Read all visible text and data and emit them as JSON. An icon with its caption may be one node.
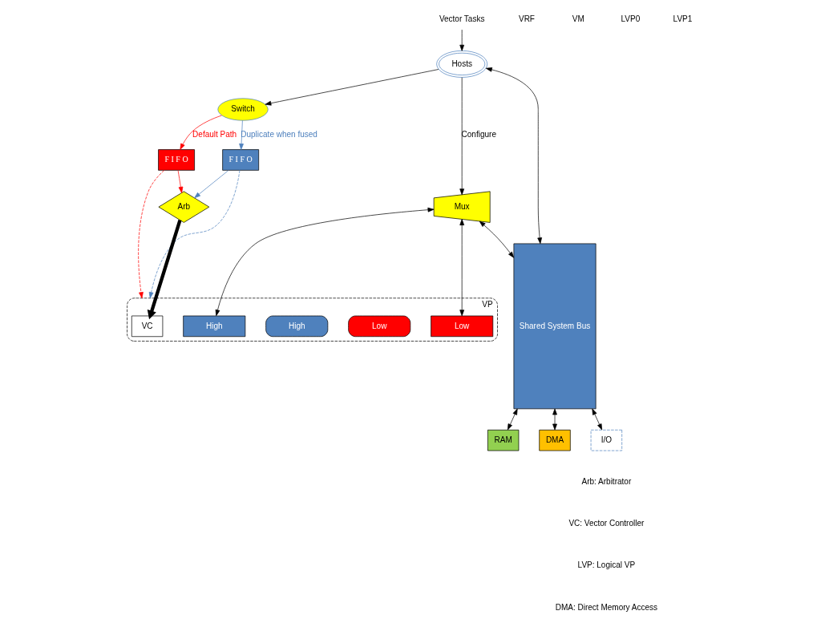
{
  "diagram": {
    "nodes": [
      {
        "text": [
          "Vector Tasks"
        ]
      },
      {
        "text": [
          "Hosts"
        ]
      },
      {
        "text": [
          "Switch"
        ]
      },
      {
        "text": [
          "F I F O"
        ]
      },
      {
        "text": [
          "F I F O"
        ]
      },
      {
        "text": [
          "Arb"
        ]
      },
      {
        "text": [
          "VP"
        ]
      },
      {
        "text": [
          "VC"
        ],
        "in": 6
      },
      {
        "text": [
          "Low"
        ],
        "in": 6
      },
      {
        "text": [
          "High"
        ],
        "in": 6
      },
      {
        "text": [
          "Low"
        ],
        "in": 6
      },
      {
        "text": [
          "High"
        ],
        "in": 6
      },
      {
        "text": [
          "Mux"
        ]
      },
      {
        "text": [
          "Shared System Bus"
        ]
      },
      {
        "text": [
          "RAM"
        ]
      },
      {
        "text": [
          "DMA"
        ]
      },
      {
        "text": [
          "I/O"
        ]
      }
    ],
    "edges": [
      {
        "from": 0,
        "to": 1,
        "arrow": "to"
      },
      {
        "from": 1,
        "to": 13,
        "arrow": "both"
      },
      {
        "from": 1,
        "to": 12,
        "arrow": "to",
        "label": "Configure"
      },
      {
        "from": 1,
        "to": 2,
        "arrow": "to"
      },
      {
        "from": 2,
        "to": 3,
        "arrow": "to",
        "label": "Default Path",
        "color": "#ff0000"
      },
      {
        "from": 2,
        "to": 4,
        "arrow": "to",
        "label": "Duplicate when fused",
        "color": "#4f81bd"
      },
      {
        "from": 3,
        "to": 5,
        "arrow": "to",
        "color": "#ff0000"
      },
      {
        "from": 4,
        "to": 5,
        "arrow": "to",
        "color": "#4f81bd"
      },
      {
        "from": 3,
        "to": 6,
        "arrow": "to",
        "style": "dashed",
        "color": "#ff0000"
      },
      {
        "from": 4,
        "to": 6,
        "arrow": "to",
        "style": "dashed",
        "color": "#4f81bd"
      },
      {
        "from": 5,
        "to": 7,
        "arrow": "to",
        "style": "thick"
      },
      {
        "from": 12,
        "to": 10,
        "arrow": "both"
      },
      {
        "from": 12,
        "to": 11,
        "arrow": "both"
      },
      {
        "from": 12,
        "to": 13,
        "arrow": "both"
      },
      {
        "from": 13,
        "to": 14,
        "arrow": "both"
      },
      {
        "from": 13,
        "to": 15,
        "arrow": "both"
      },
      {
        "from": 13,
        "to": 16,
        "arrow": "both"
      }
    ],
    "labels": [
      "VRF",
      "VM",
      "LVP0",
      "LVP1",
      "Arb: Arbitrator",
      "VC: Vector Controller",
      "LVP: Logical VP",
      "DMA: Direct Memory Access"
    ]
  }
}
